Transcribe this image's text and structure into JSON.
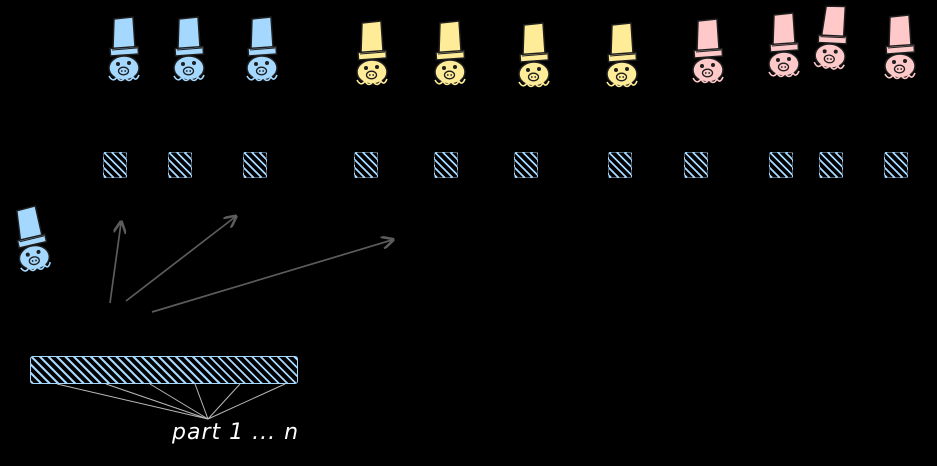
{
  "colors": {
    "bg": "#000000",
    "blue": "#a5d8ff",
    "yellow": "#ffec99",
    "pink": "#ffc9c9",
    "outline": "#1e1e1e",
    "arrow": "#5c5c5c",
    "fan": "#b9b9b9",
    "text": "#ffffff"
  },
  "caption": {
    "label": "part 1 ... n"
  },
  "diagram": {
    "worker_groups": [
      {
        "color_name": "blue",
        "count": 3
      },
      {
        "color_name": "yellow",
        "count": 4
      },
      {
        "color_name": "pink",
        "count": 4
      }
    ],
    "chunk_count": 11,
    "single_worker_color": "blue",
    "assignment_arrow_count": 3,
    "bar_part_line_count": 6
  }
}
